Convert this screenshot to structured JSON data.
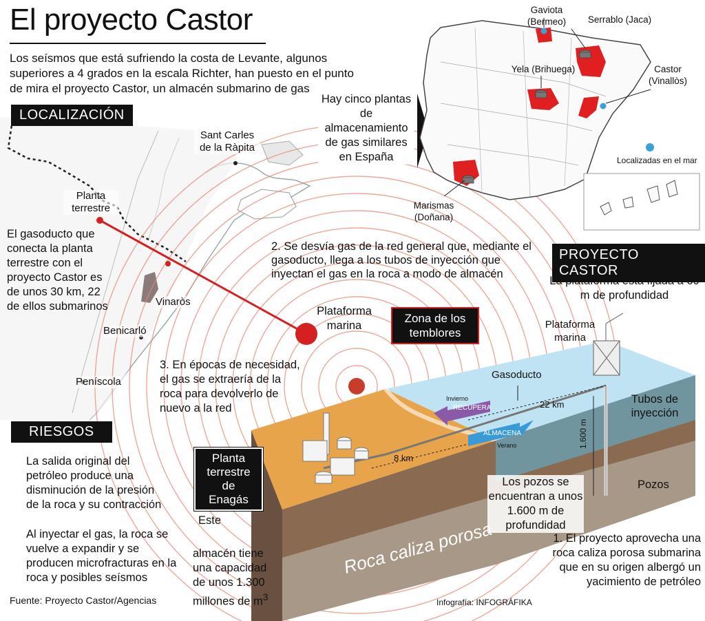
{
  "title": "El proyecto Castor",
  "intro": "Los seísmos que está sufriendo la costa de Levante, algunos superiores a 4 grados en la escala Richter, han puesto en el punto de mira el proyecto Castor, un almacén submarino de gas",
  "sections": {
    "localizacion": "LOCALIZACIÓN",
    "riesgos": "RIESGOS",
    "proyecto": "PROYECTO CASTOR"
  },
  "map_places": {
    "sant_carles": "Sant Carles de la Ràpita",
    "planta": "Planta terrestre",
    "vinaros": "Vinaròs",
    "benicarlo": "Benicarló",
    "peniscola": "Peníscola",
    "plataforma": "Plataforma marina"
  },
  "gasoducto_note": "El gasoducto que conecta la planta terrestre con el proyecto Castor es de unos 30 km, 22 de ellos submarinos",
  "step2": "2. Se desvía gas de la red general que, mediante el gasoducto, llega a los tubos de inyección que inyectan el gas en la roca a modo de almacén",
  "step3": "3. En épocas de necesidad, el gas se extraería de la roca para devolverlo de nuevo a la red",
  "zona_temblores": "Zona de los temblores",
  "cinco_plantas": "Hay cinco plantas de almacenamiento de gas similares en España",
  "spain_map": {
    "gaviota": "Gaviota (Bermeo)",
    "serrablo": "Serrablo (Jaca)",
    "yela": "Yela (Brihuega)",
    "castor": "Castor (Vinallòs)",
    "marismas": "Marismas (Doñana)",
    "legend": "Localizadas en el mar",
    "colors": {
      "plant": "#e02020",
      "sea": "#3aa0d8"
    }
  },
  "riesgos_1": "La salida original del petróleo produce una disminución de la presión de la roca y su contracción",
  "riesgos_2": "Al inyectar el gas, la roca se vuelve a expandir y se producen microfracturas en la roca y posibles seísmos",
  "plataforma_fijada": "La plataforma está fijada a 60 m de profundidad",
  "diagram": {
    "plataforma": "Plataforma marina",
    "gasoducto": "Gasoducto",
    "invierno": "Invierno",
    "recupera": "RECUPERA",
    "km22": "22 km",
    "almacena": "ALMACENA",
    "verano": "Verano",
    "km8": "8 km",
    "tubos": "Tubos de inyección",
    "profundidad": "1.600 m",
    "pozos": "Pozos",
    "planta_enagas": "Planta terrestre de Enagás",
    "roca": "Roca caliza porosa"
  },
  "pozos_note": "Los pozos se encuentran a unos 1.600 m de profundidad",
  "capacidad": {
    "line1": "Este",
    "line2": "almacén tiene una capacidad de unos 1.300 millones de m",
    "sup": "3"
  },
  "step1": "1. El proyecto aprovecha una roca caliza porosa submarina que en su origen albergó un yacimiento de petróleo",
  "fuente": "Fuente: Proyecto Castor/Agencias",
  "credito": "Infografía: INFOGRÁFIKA"
}
